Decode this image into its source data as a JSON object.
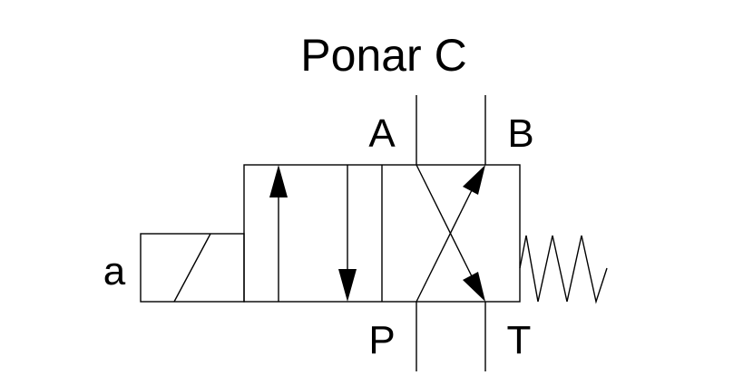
{
  "diagram": {
    "title": "Ponar C",
    "ports": {
      "a": "A",
      "b": "B",
      "p": "P",
      "t": "T"
    },
    "actuator_label": "a"
  },
  "colors": {
    "line": "#000000",
    "background": "#ffffff"
  }
}
